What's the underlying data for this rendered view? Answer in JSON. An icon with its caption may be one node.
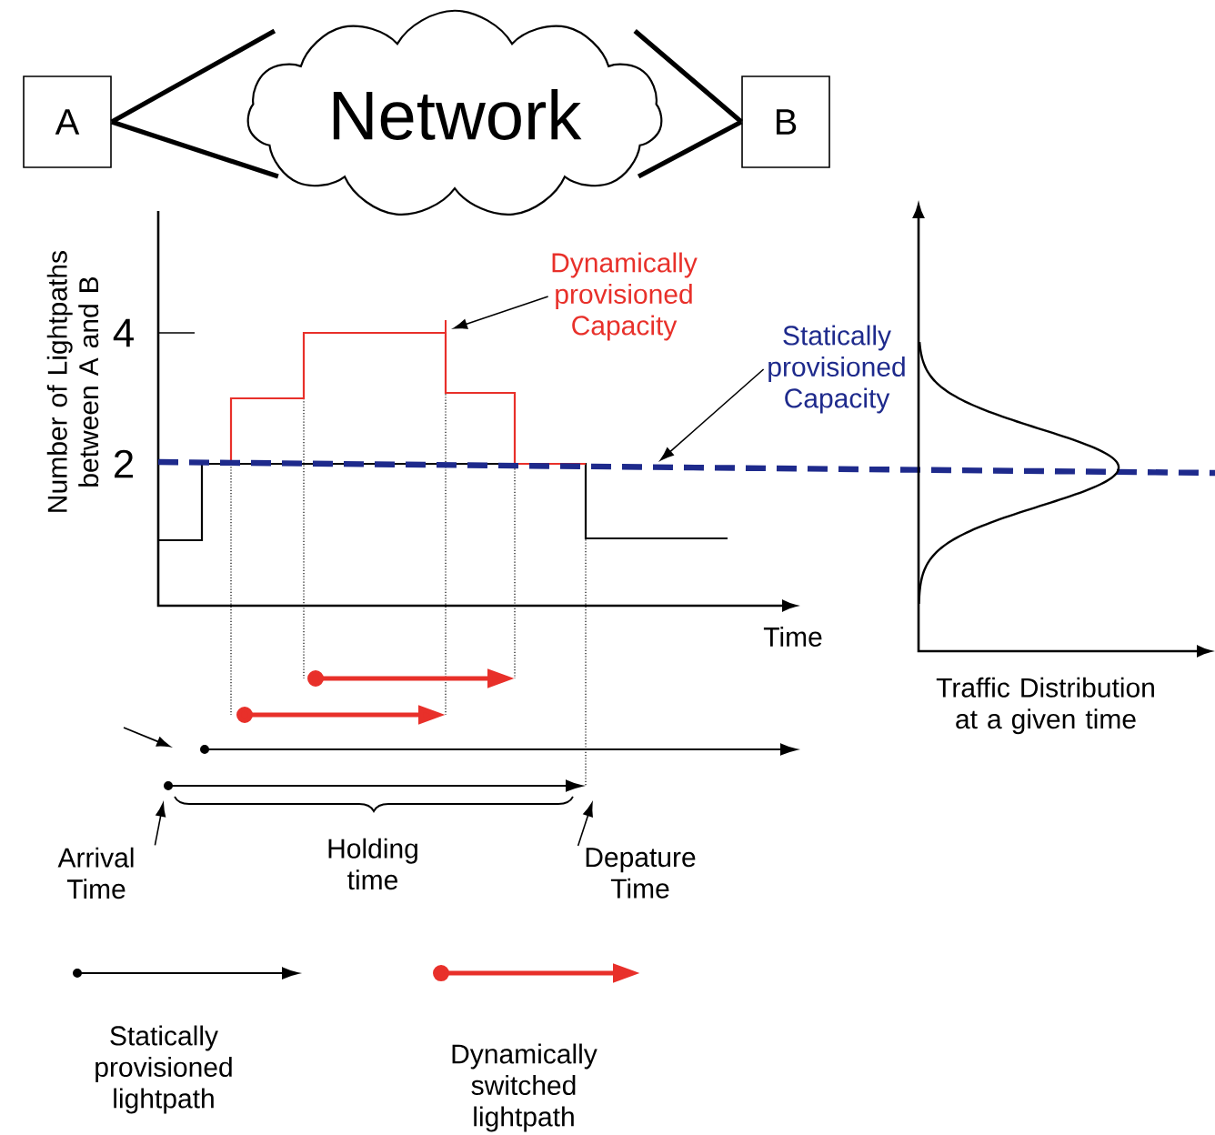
{
  "diagram": {
    "nodes": [
      {
        "text": [
          "A"
        ]
      },
      {
        "text": [
          "Network"
        ]
      },
      {
        "text": [
          "B"
        ]
      },
      {
        "text": [
          "Dynamically provisioned Capacity"
        ]
      },
      {
        "text": [
          "Statically provisioned Capacity"
        ]
      },
      {
        "text": [
          "Arrival Time"
        ]
      },
      {
        "text": [
          "Depature Time"
        ]
      }
    ],
    "edges": [
      {
        "from": 0,
        "to": 1,
        "arrow": "none",
        "style": "thick"
      },
      {
        "from": 1,
        "to": 2,
        "arrow": "none",
        "style": "thick"
      },
      {
        "from": 3,
        "to": null,
        "arrow": "to"
      },
      {
        "from": 4,
        "to": null,
        "arrow": "to"
      },
      {
        "from": 5,
        "to": null,
        "arrow": "to"
      },
      {
        "from": 6,
        "to": null,
        "arrow": "to"
      }
    ],
    "labels": [
      "Number of Lightpaths between A and B",
      "4",
      "2",
      "Time",
      "Holding time",
      "Traffic Distribution at a given time"
    ],
    "legend": [
      {
        "text": "Statically provisioned lightpath"
      },
      {
        "text": "Dynamically switched lightpath"
      }
    ]
  }
}
